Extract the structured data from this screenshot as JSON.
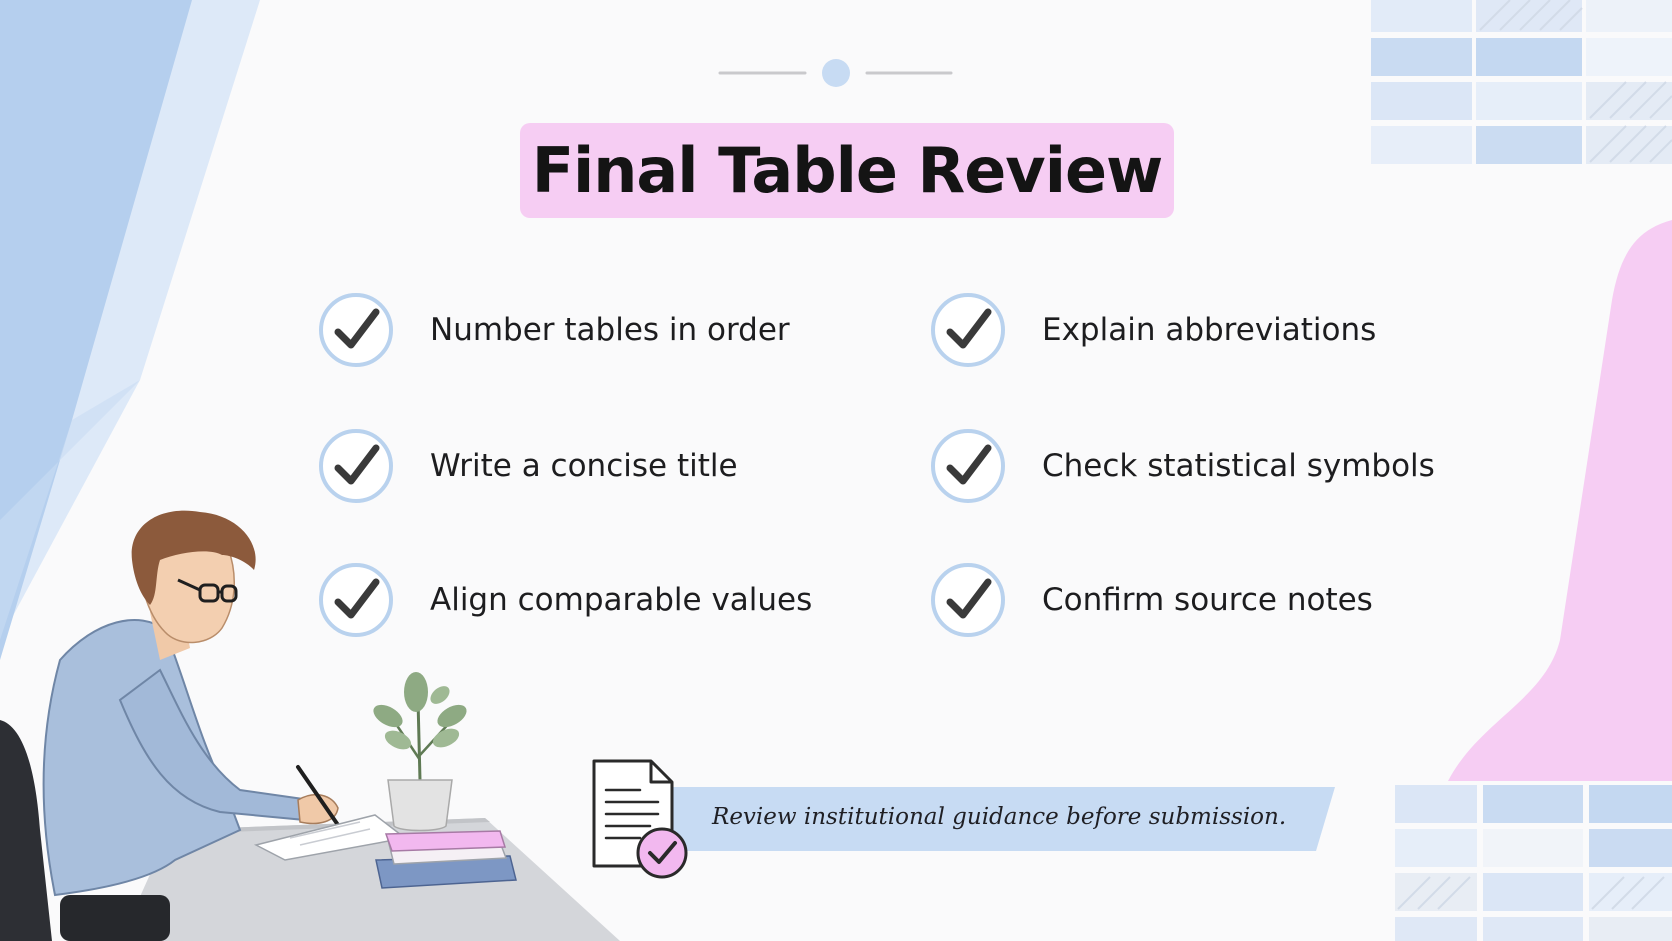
{
  "slide": {
    "title": "Final Table Review",
    "checklist": [
      {
        "label": "Number tables in order",
        "checked": true
      },
      {
        "label": "Explain abbreviations",
        "checked": true
      },
      {
        "label": "Write a concise title",
        "checked": true
      },
      {
        "label": "Check statistical symbols",
        "checked": true
      },
      {
        "label": "Align comparable values",
        "checked": true
      },
      {
        "label": "Confirm source notes",
        "checked": true
      }
    ],
    "footer_note": "Review institutional guidance before submission."
  },
  "colors": {
    "accent_pink": "#f6cdf3",
    "accent_blue": "#c7dbf3",
    "check_ring": "#b9d2ee",
    "check_mark": "#3a3a3a",
    "background": "#fafafb"
  },
  "icons": [
    "check-circle-icon",
    "document-check-icon",
    "pen-icon",
    "plant-icon",
    "books-icon"
  ]
}
